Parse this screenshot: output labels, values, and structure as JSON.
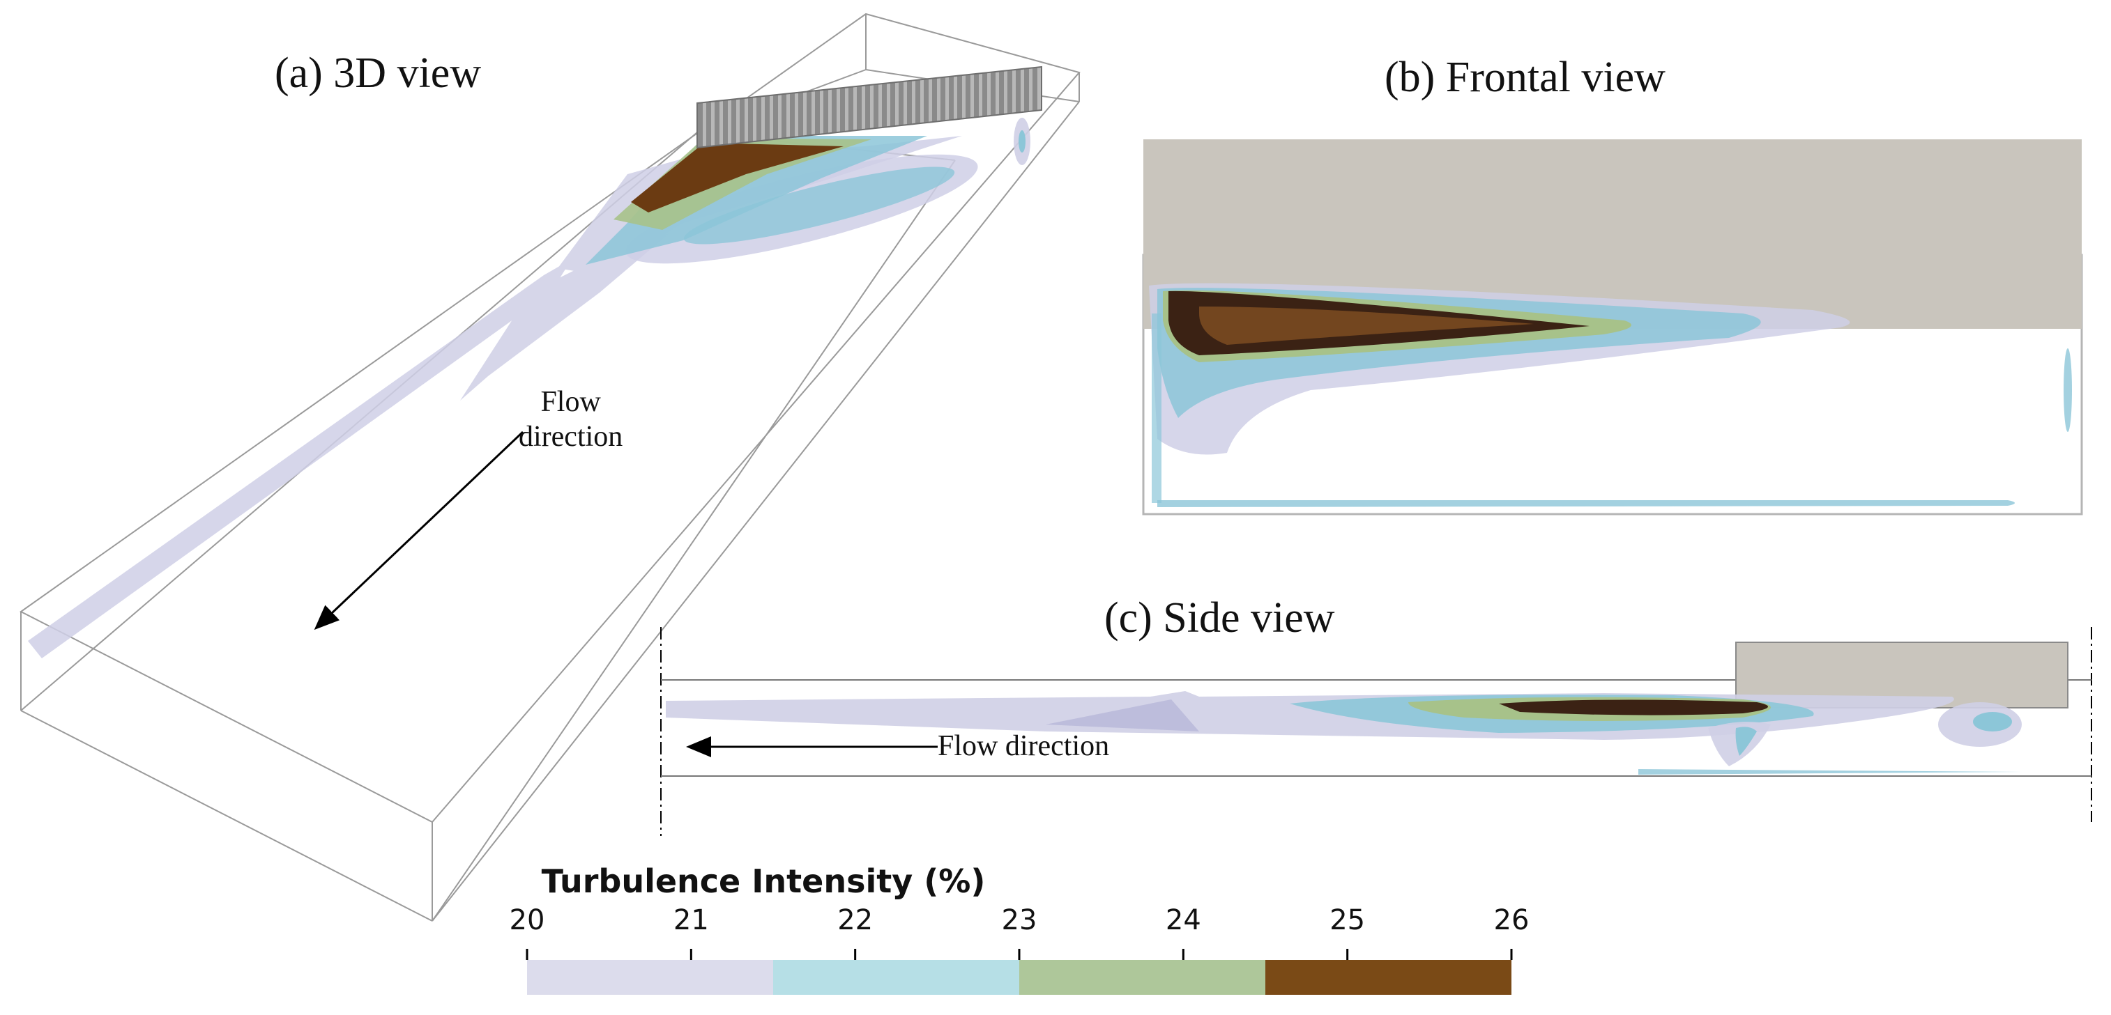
{
  "panels": {
    "a": {
      "title": "(a)  3D view",
      "flow_label_line1": "Flow",
      "flow_label_line2": "direction"
    },
    "b": {
      "title": "(b)  Frontal view"
    },
    "c": {
      "title": "(c) Side view",
      "flow_label": "Flow direction"
    }
  },
  "colorbar": {
    "title": "Turbulence Intensity (%)",
    "ticks": [
      "20",
      "21",
      "22",
      "23",
      "24",
      "25",
      "26"
    ],
    "range": [
      20,
      26
    ],
    "bands": [
      {
        "from": 20,
        "to": 21.5,
        "color": "#dcdcec"
      },
      {
        "from": 21.5,
        "to": 23,
        "color": "#b6dfe6"
      },
      {
        "from": 23,
        "to": 24.5,
        "color": "#aec79a"
      },
      {
        "from": 24.5,
        "to": 26,
        "color": "#7a4a16"
      }
    ]
  },
  "colors": {
    "iso_20": "#cfcfe6",
    "iso_22": "#8cc6d8",
    "iso_24": "#a7c28a",
    "iso_26": "#6b3b12",
    "structure": "#c9c5bd",
    "domain_edges": "#9a9a9a"
  }
}
